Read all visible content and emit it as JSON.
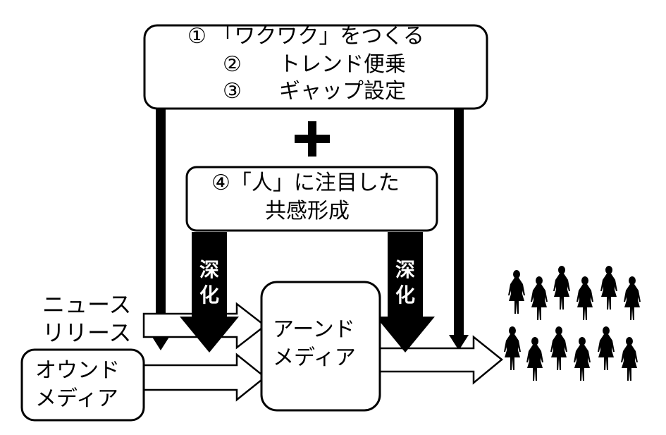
{
  "strategy_box": {
    "line1": "① 「ワクワク」をつくる",
    "line2_num": "②",
    "line2_text": "トレンド便乗",
    "line3_num": "③",
    "line3_text": "ギャップ設定"
  },
  "plus_sign": "＋",
  "empathy_box": {
    "line1": "④「人」に注目した",
    "line2": "共感形成"
  },
  "deepen_left": {
    "char1": "深",
    "char2": "化"
  },
  "deepen_right": {
    "char1": "深",
    "char2": "化"
  },
  "news_release": {
    "line1": "ニュース",
    "line2": "リリース"
  },
  "owned_media": {
    "line1": "オウンド",
    "line2": "メディア"
  },
  "earned_media": {
    "line1": "アーンド",
    "line2": "メディア"
  },
  "audience_icon": "crowd-of-people-icon"
}
